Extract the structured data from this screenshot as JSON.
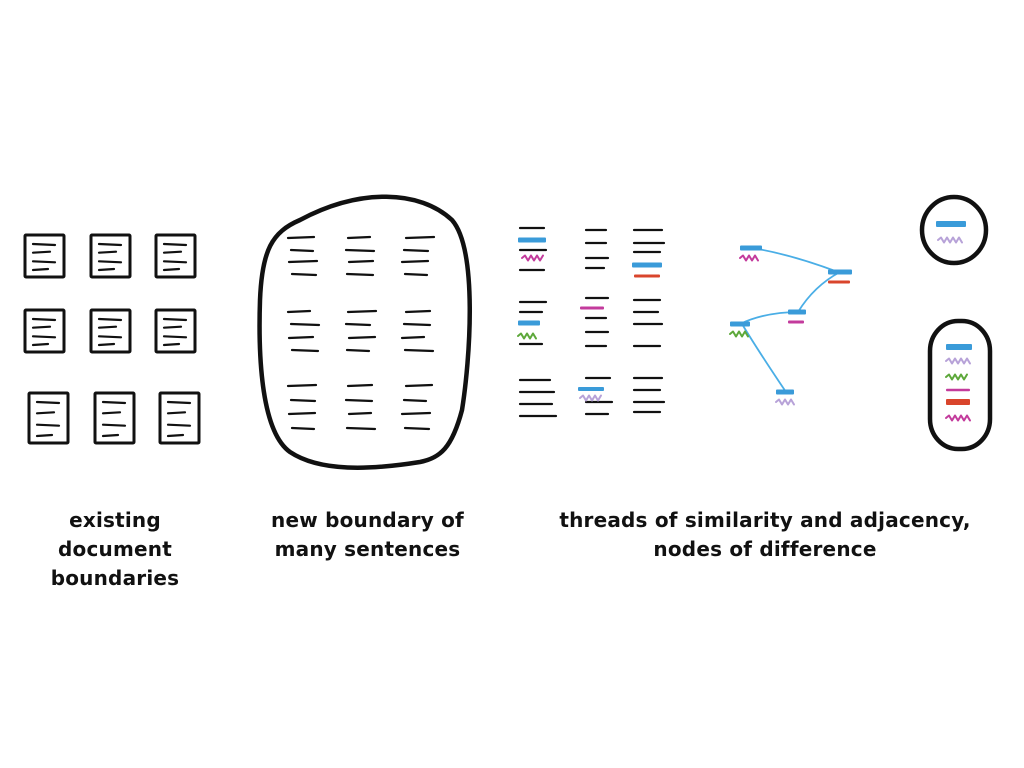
{
  "captions": {
    "existing": [
      "existing",
      "document",
      "boundaries"
    ],
    "new_boundary": [
      "new boundary of",
      "many sentences"
    ],
    "threads": [
      "threads of similarity and adjacency,",
      "nodes of difference"
    ]
  },
  "colors": {
    "ink": "#111111",
    "blue": "#3a9bd9",
    "magenta": "#c33b9c",
    "green": "#5da83a",
    "red": "#d9452c",
    "lavender": "#b7a2d8",
    "thread": "#4aaee6"
  }
}
